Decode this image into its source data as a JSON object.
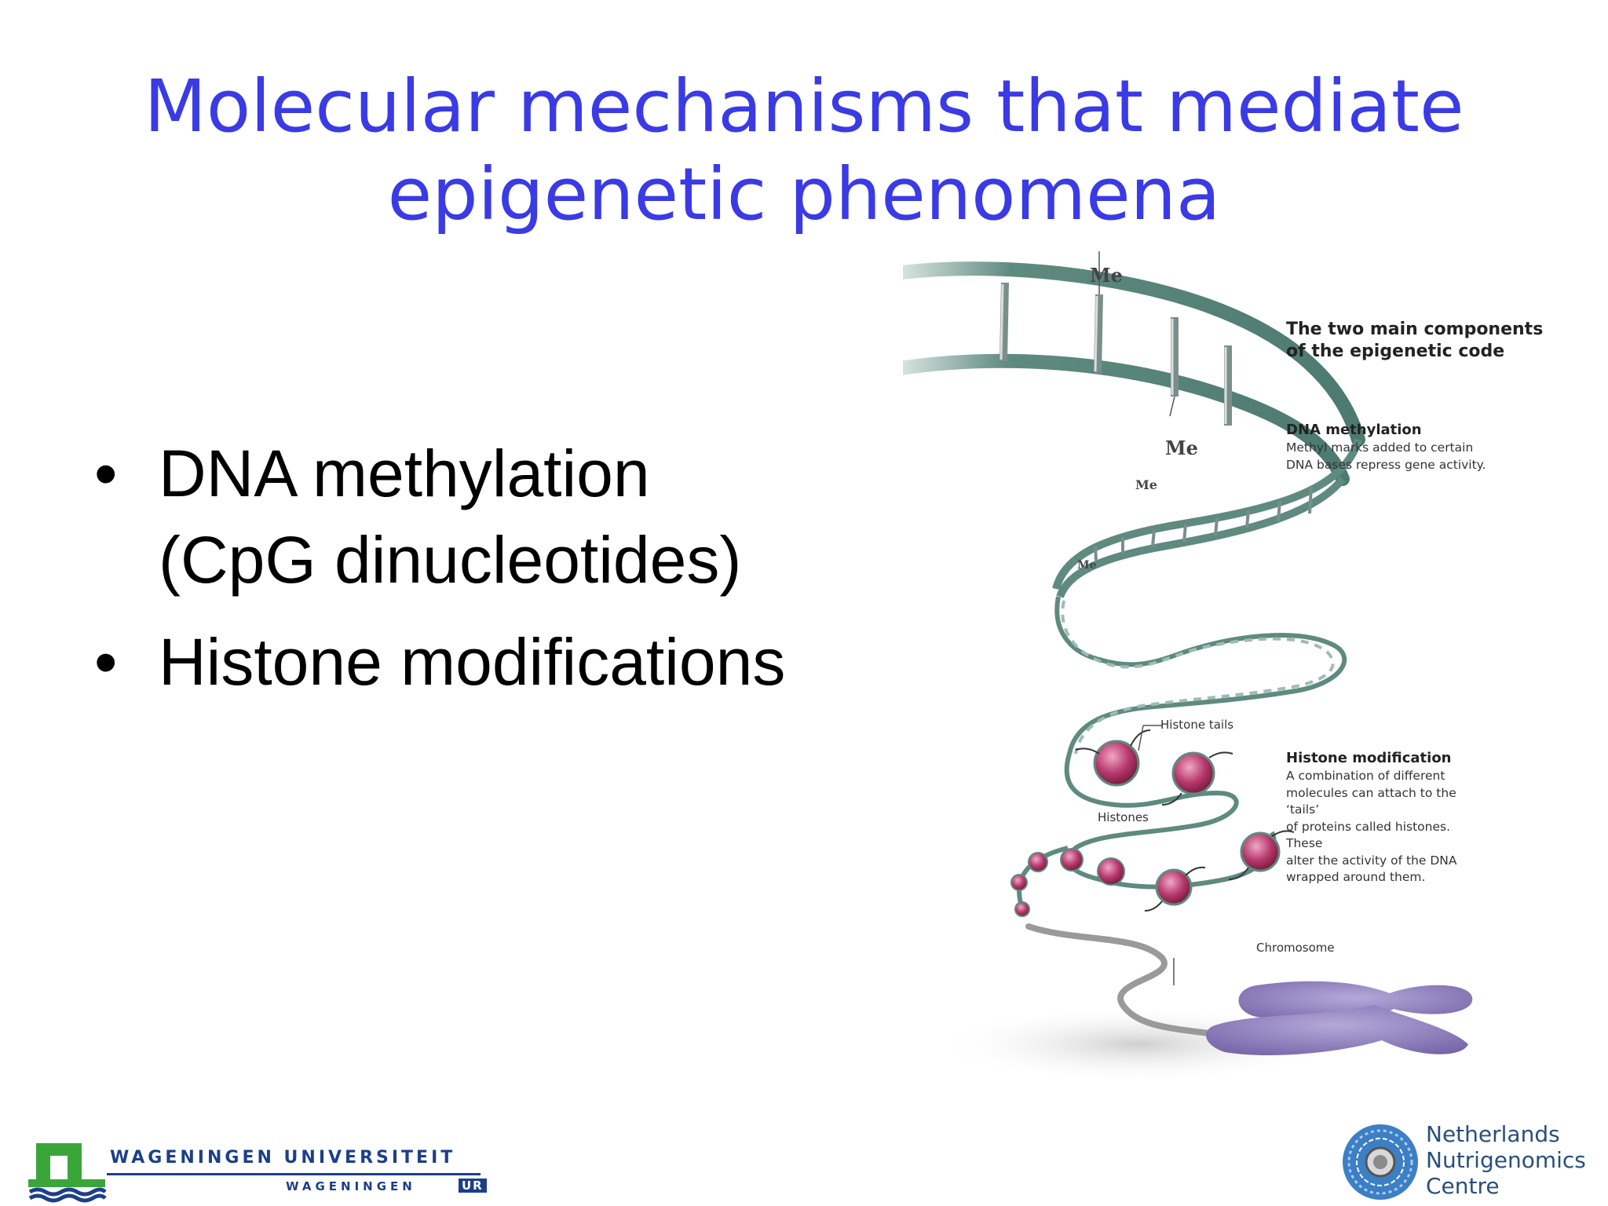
{
  "title": {
    "line1": "Molecular mechanisms that mediate",
    "line2": "epigenetic phenomena"
  },
  "bullets": [
    {
      "marker": "•",
      "lines": [
        "DNA methylation",
        "(CpG dinucleotides)"
      ]
    },
    {
      "marker": "•",
      "lines": [
        "Histone modifications"
      ]
    }
  ],
  "figure": {
    "heading": [
      "The two main components",
      "of the epigenetic code"
    ],
    "dna_methylation": {
      "title": "DNA methylation",
      "body": [
        "Methyl marks added to certain",
        "DNA bases repress gene activity."
      ]
    },
    "histone_modification": {
      "title": "Histone modification",
      "body": [
        "A combination of different",
        "molecules can attach to the ‘tails’",
        "of proteins called histones. These",
        "alter the activity of the DNA",
        "wrapped around them."
      ]
    },
    "labels": {
      "me": "Me",
      "histone_tails": "Histone tails",
      "histones": "Histones",
      "chromosome": "Chromosome"
    },
    "colors": {
      "dna_strand": "#5f8a80",
      "histone": "#9c2a5a",
      "chromosome": "#8a7bb8"
    }
  },
  "logos": {
    "wur": {
      "line1": "WAGENINGEN UNIVERSITEIT",
      "line2": "WAGENINGEN",
      "ur": "UR"
    },
    "nnc": {
      "lines": [
        "Netherlands",
        "Nutrigenomics",
        "Centre"
      ]
    }
  }
}
